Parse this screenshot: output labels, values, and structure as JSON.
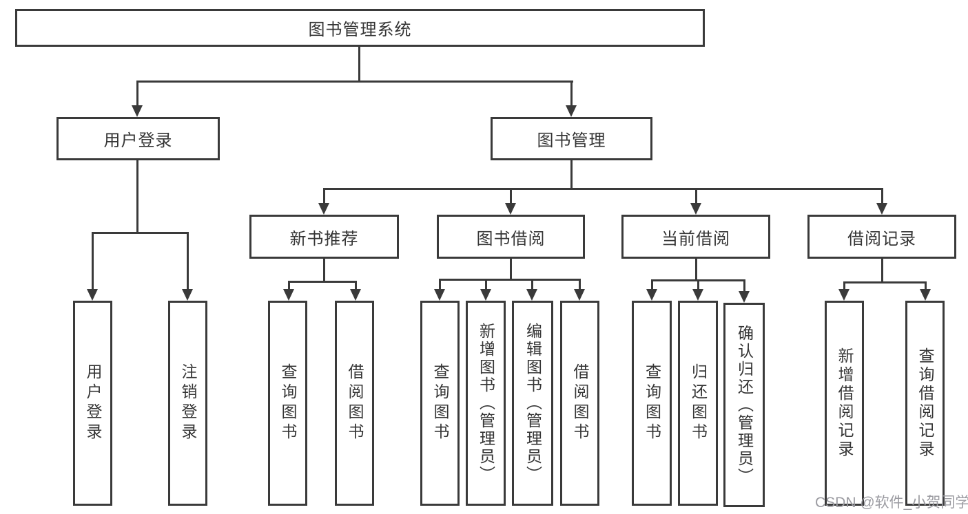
{
  "colors": {
    "line": "#3a3a3a",
    "text": "#353535",
    "box_background": "#ffffff",
    "watermark": "#9b9ba1"
  },
  "diagram": {
    "root": {
      "label": "图书管理系统"
    },
    "branches": [
      {
        "label": "用户登录"
      },
      {
        "label": "图书管理"
      }
    ],
    "modules": [
      {
        "label": "新书推荐"
      },
      {
        "label": "图书借阅"
      },
      {
        "label": "当前借阅"
      },
      {
        "label": "借阅记录"
      }
    ],
    "leaves": [
      {
        "label": "用户登录"
      },
      {
        "label": "注销登录"
      },
      {
        "label": "查询图书"
      },
      {
        "label": "借阅图书"
      },
      {
        "label": "查询图书"
      },
      {
        "label": "新增图书（管理员）"
      },
      {
        "label": "编辑图书（管理员）"
      },
      {
        "label": "借阅图书"
      },
      {
        "label": "查询图书"
      },
      {
        "label": "归还图书"
      },
      {
        "label": "确认归还（管理员）"
      },
      {
        "label": "新增借阅记录"
      },
      {
        "label": "查询借阅记录"
      }
    ]
  },
  "watermark": {
    "text": "CSDN @软件_小贺同学"
  }
}
